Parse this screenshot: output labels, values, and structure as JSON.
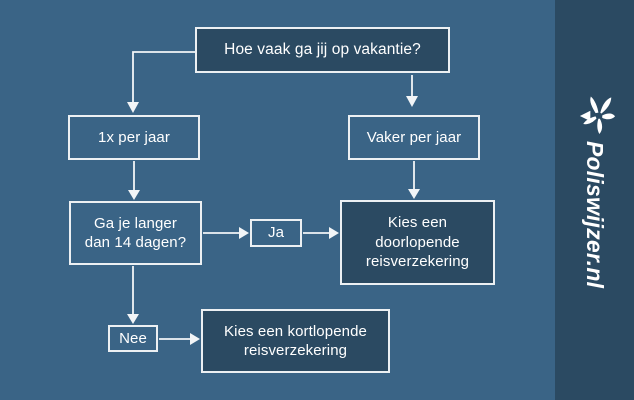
{
  "colors": {
    "background": "#3A6486",
    "panel": "#2B4A62",
    "box_fill": "#2B4A62",
    "box_border": "#ECF0F3",
    "text": "#FFFFFF"
  },
  "sidebar": {
    "brand": "Poliswijzer.nl",
    "logo_icon": "poliswijzer-pinwheel-logo"
  },
  "flowchart": {
    "nodes": [
      {
        "id": "q-vacation",
        "label": "Hoe vaak ga jij op vakantie?",
        "variant": "filled"
      },
      {
        "id": "a-once",
        "label": "1x per jaar",
        "variant": "outline"
      },
      {
        "id": "a-more",
        "label": "Vaker per jaar",
        "variant": "outline"
      },
      {
        "id": "q-14days",
        "label": "Ga je langer dan 14 dagen?",
        "variant": "outline"
      },
      {
        "id": "ja",
        "label": "Ja",
        "variant": "outline"
      },
      {
        "id": "r-doorlopend",
        "label": "Kies een doorlopende reisverzekering",
        "variant": "filled"
      },
      {
        "id": "nee",
        "label": "Nee",
        "variant": "outline"
      },
      {
        "id": "r-kortlopend",
        "label": "Kies een kortlopende reisverzekering",
        "variant": "filled"
      }
    ],
    "edges": [
      {
        "from": "q-vacation",
        "to": "a-once"
      },
      {
        "from": "q-vacation",
        "to": "a-more"
      },
      {
        "from": "a-once",
        "to": "q-14days"
      },
      {
        "from": "a-more",
        "to": "r-doorlopend"
      },
      {
        "from": "q-14days",
        "to": "ja"
      },
      {
        "from": "ja",
        "to": "r-doorlopend"
      },
      {
        "from": "q-14days",
        "to": "nee"
      },
      {
        "from": "nee",
        "to": "r-kortlopend"
      }
    ]
  }
}
